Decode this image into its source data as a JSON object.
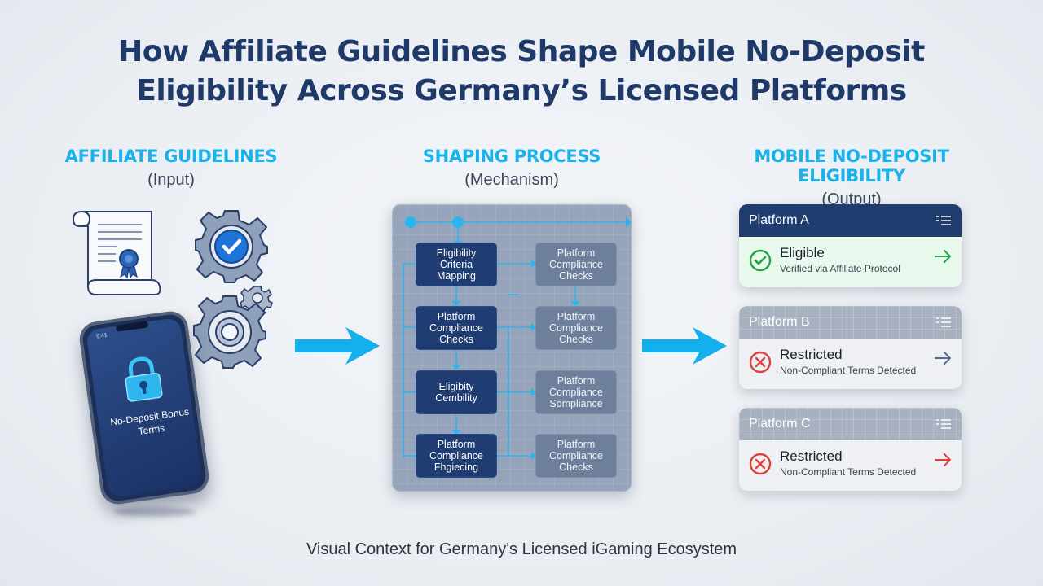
{
  "title_line1": "How Affiliate Guidelines Shape Mobile No-Deposit",
  "title_line2": "Eligibility Across Germany’s Licensed Platforms",
  "columns": [
    {
      "heading": "AFFILIATE GUIDELINES",
      "subheading": "(Input)"
    },
    {
      "heading": "SHAPING PROCESS",
      "subheading": "(Mechanism)"
    },
    {
      "heading": "MOBILE NO-DEPOSIT ELIGIBILITY",
      "subheading": "(Output)"
    }
  ],
  "phone": {
    "status_time": "9:41",
    "screen_text": "No-Deposit Bonus Terms"
  },
  "process": {
    "left_boxes": [
      "Eligibility Criteria Mapping",
      "Platform Compliance Checks",
      "Eligibity Cembility",
      "Platform Compliance Fhgiecing"
    ],
    "right_boxes": [
      "Platform Compliance Checks",
      "Platform Compliance Checks",
      "Platform Compliance Sompliance",
      "Platform Compliance Checks"
    ]
  },
  "platforms": [
    {
      "name": "Platform A",
      "status": "Eligible",
      "detail": "Verified via Affiliate Protocol",
      "status_color": "#22a447",
      "arrow_color": "#22a447",
      "status_icon": "check-circle-icon"
    },
    {
      "name": "Platform B",
      "status": "Restricted",
      "detail": "Non-Compliant Terms Detected",
      "status_color": "#e0403a",
      "arrow_color": "#5a6b88",
      "status_icon": "x-circle-icon"
    },
    {
      "name": "Platform C",
      "status": "Restricted",
      "detail": "Non-Compliant Terms Detected",
      "status_color": "#e0403a",
      "arrow_color": "#e0403a",
      "status_icon": "x-circle-icon"
    }
  ],
  "colors": {
    "title": "#1f3a68",
    "accent": "#19b2ea",
    "dark_box": "#1f3d72"
  },
  "footer": "Visual Context for Germany's Licensed iGaming Ecosystem"
}
